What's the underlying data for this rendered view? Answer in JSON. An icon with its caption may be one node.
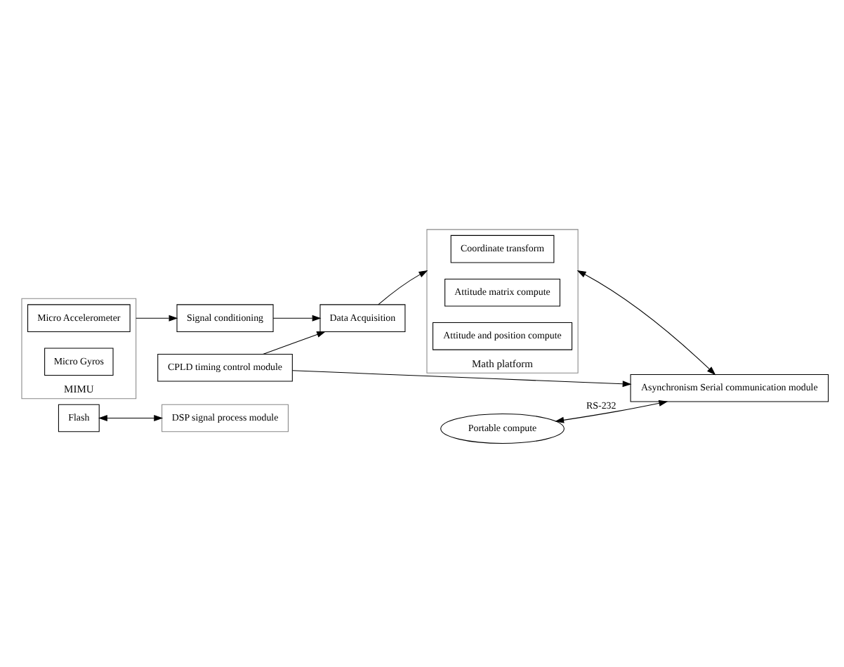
{
  "diagram": {
    "nodes": [
      {
        "text": [
          "Flash"
        ]
      },
      {
        "text": [
          "DSP signal process module"
        ]
      },
      {
        "text": [
          "MIMU"
        ]
      },
      {
        "text": [
          "Micro Accelerometer"
        ],
        "in": 2
      },
      {
        "text": [
          "Micro Gyros"
        ],
        "in": 2
      },
      {
        "text": [
          "Signal conditioning"
        ]
      },
      {
        "text": [
          "Data Acquisition"
        ]
      },
      {
        "text": [
          "Math platform"
        ]
      },
      {
        "text": [
          "Coordinate transform"
        ],
        "in": 7
      },
      {
        "text": [
          "Attitude matrix compute"
        ],
        "in": 7
      },
      {
        "text": [
          "Attitude and position compute"
        ],
        "in": 7
      },
      {
        "text": [
          "CPLD timing control module"
        ]
      },
      {
        "text": [
          "Portable compute"
        ]
      },
      {
        "text": [
          "Asynchronism Serial communication module"
        ]
      }
    ],
    "edges": [
      {
        "from": 0,
        "to": 1,
        "arrow": "both"
      },
      {
        "from": 2,
        "to": 5,
        "arrow": "to"
      },
      {
        "from": 5,
        "to": 6,
        "arrow": "to"
      },
      {
        "from": 6,
        "to": 7,
        "arrow": "to"
      },
      {
        "from": 7,
        "to": 13,
        "arrow": "both"
      },
      {
        "from": 11,
        "to": 6,
        "arrow": "to"
      },
      {
        "from": 12,
        "to": 13,
        "arrow": "both",
        "label": "RS-232"
      },
      {
        "from": 11,
        "to": 13,
        "arrow": "to"
      }
    ]
  }
}
